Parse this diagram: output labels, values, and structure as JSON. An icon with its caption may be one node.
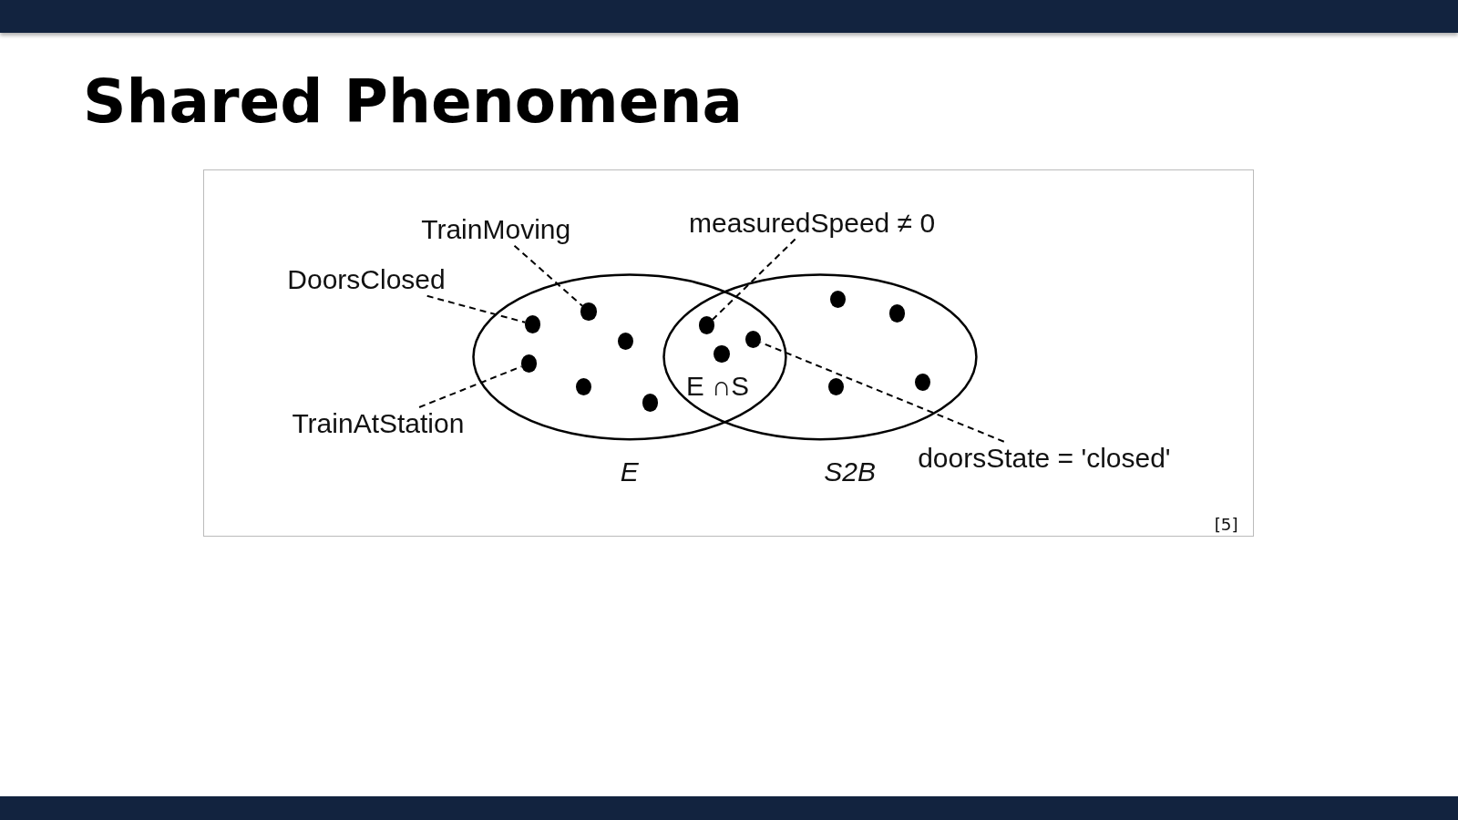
{
  "diagram": {
    "title": "Shared Phenomena",
    "nodes": [
      {
        "text": [
          "E"
        ]
      },
      {
        "text": [
          "S2B"
        ]
      },
      {
        "text": [],
        "shape": "circle",
        "in": 0
      },
      {
        "text": [],
        "shape": "circle",
        "in": 0
      },
      {
        "text": [],
        "shape": "circle",
        "in": 0
      },
      {
        "text": [],
        "shape": "circle",
        "in": 0
      },
      {
        "text": [],
        "shape": "circle",
        "in": 0
      },
      {
        "text": [],
        "shape": "circle",
        "in": 0
      },
      {
        "text": [],
        "shape": "circle"
      },
      {
        "text": [],
        "shape": "circle"
      },
      {
        "text": [],
        "shape": "circle"
      },
      {
        "text": [],
        "shape": "circle",
        "in": 1
      },
      {
        "text": [],
        "shape": "circle",
        "in": 1
      },
      {
        "text": [],
        "shape": "circle",
        "in": 1
      },
      {
        "text": [],
        "shape": "circle",
        "in": 1
      },
      {
        "text": [
          "TrainMoving"
        ]
      },
      {
        "text": [
          "DoorsClosed"
        ]
      },
      {
        "text": [
          "TrainAtStation"
        ]
      },
      {
        "text": [
          "measuredSpeed ≠ 0"
        ]
      },
      {
        "text": [
          "doorsState = 'closed'"
        ]
      }
    ],
    "edges": [
      {
        "from": 15,
        "to": 3,
        "arrow": "none",
        "style": "dashed"
      },
      {
        "from": 16,
        "to": 2,
        "arrow": "none",
        "style": "dashed"
      },
      {
        "from": 17,
        "to": 5,
        "arrow": "none",
        "style": "dashed"
      },
      {
        "from": 18,
        "to": 8,
        "arrow": "none",
        "style": "dashed"
      },
      {
        "from": 19,
        "to": 9,
        "arrow": "none",
        "style": "dashed"
      }
    ],
    "labels": [
      "E ∩S",
      "[5]"
    ]
  }
}
